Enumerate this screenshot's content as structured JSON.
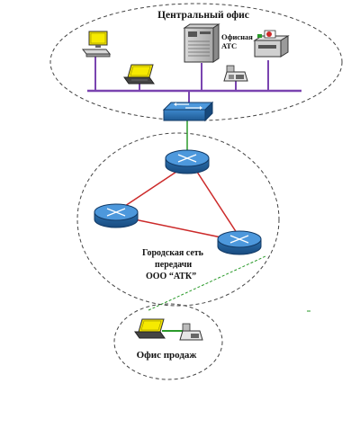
{
  "central_office": {
    "title": "Центральный офис",
    "pbx_label_line1": "Офисная",
    "pbx_label_line2": "АТС"
  },
  "city_network": {
    "label_line1": "Городская сеть",
    "label_line2": "передачи",
    "label_line3": "ООО “АТК”"
  },
  "sales_office": {
    "title": "Офис продаж"
  },
  "colors": {
    "lan_bus": "#7a44b0",
    "uplink": "#2a9a2a",
    "backbone": "#cc2a2a",
    "router": "#3a86c8",
    "monitor": "#f0e000"
  }
}
